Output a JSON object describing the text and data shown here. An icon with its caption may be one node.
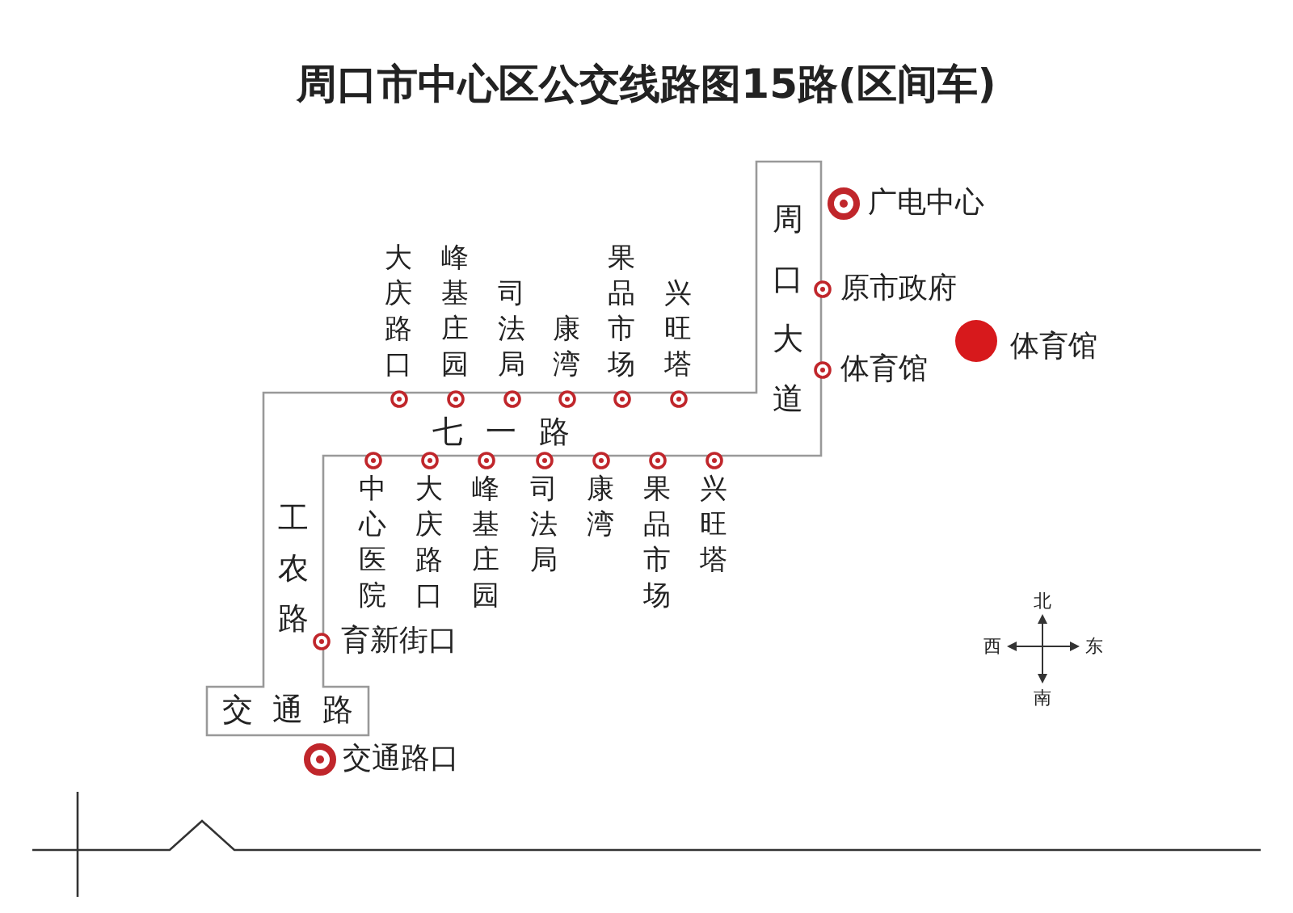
{
  "diagram": {
    "title": "周口市中心区公交线路图15路(区间车)",
    "labels": [
      "广电中心",
      "大庆路口",
      "峰基庄园",
      "司法局",
      "康湾",
      "果品市场",
      "兴旺塔",
      "周口大道",
      "原市政府",
      "体育馆",
      "体育馆",
      "七一路",
      "工农路",
      "中心医院",
      "大庆路口",
      "峰基庄园",
      "司法局",
      "康湾",
      "果品市场",
      "兴旺塔",
      "北",
      "西",
      "东",
      "南",
      "育新街口",
      "交通路",
      "交通路口"
    ]
  }
}
